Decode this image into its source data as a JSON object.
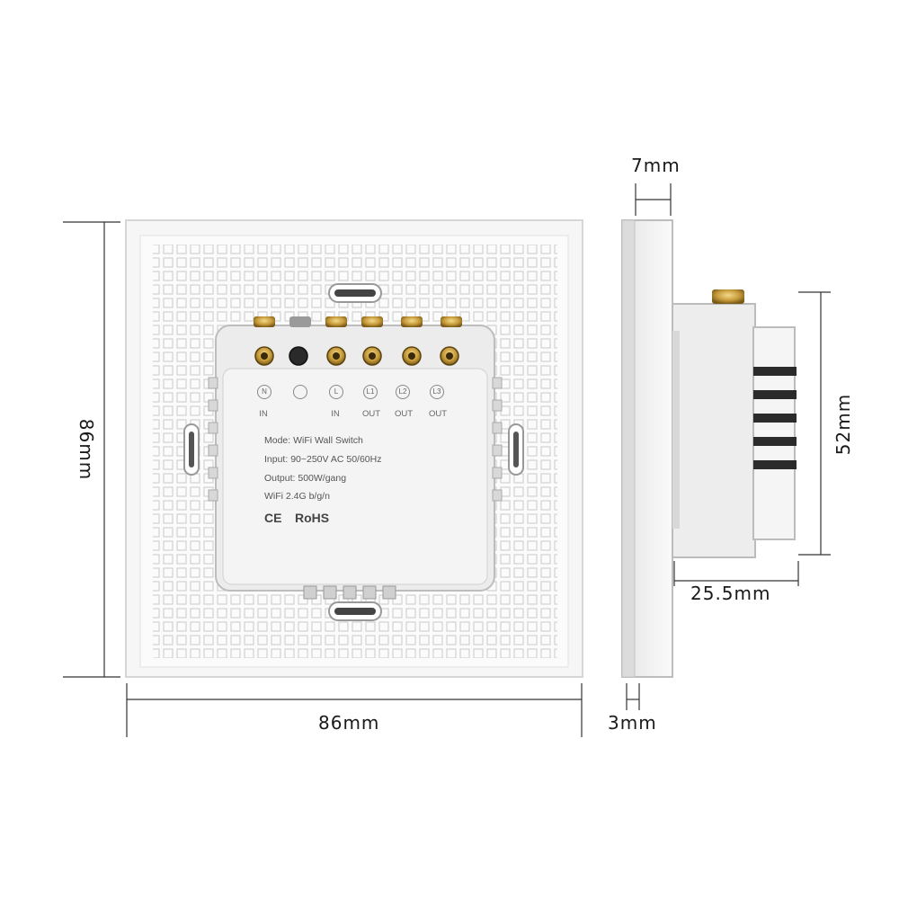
{
  "dimensions": {
    "top_depth": "7mm",
    "height": "86mm",
    "width": "86mm",
    "module_height": "52mm",
    "module_depth": "25.5mm",
    "plate_thickness": "3mm"
  },
  "label": {
    "mode": "Mode: WiFi Wall Switch",
    "input": "Input: 90~250V AC 50/60Hz",
    "output": "Output: 500W/gang",
    "wifi": "WiFi  2.4G b/g/n",
    "ce": "CE",
    "rohs": "RoHS"
  },
  "terminals": [
    {
      "symbol": "N",
      "under": "IN"
    },
    {
      "symbol": "",
      "under": ""
    },
    {
      "symbol": "L",
      "under": "IN"
    },
    {
      "symbol": "L1",
      "under": "OUT"
    },
    {
      "symbol": "L2",
      "under": "OUT"
    },
    {
      "symbol": "L3",
      "under": "OUT"
    }
  ],
  "colors": {
    "plate": "#f3f3f3",
    "plate_edge": "#d8d8d8",
    "grid_cell": "#dcdcdc",
    "brass": "#c8a24a",
    "dim_line": "#333333"
  }
}
